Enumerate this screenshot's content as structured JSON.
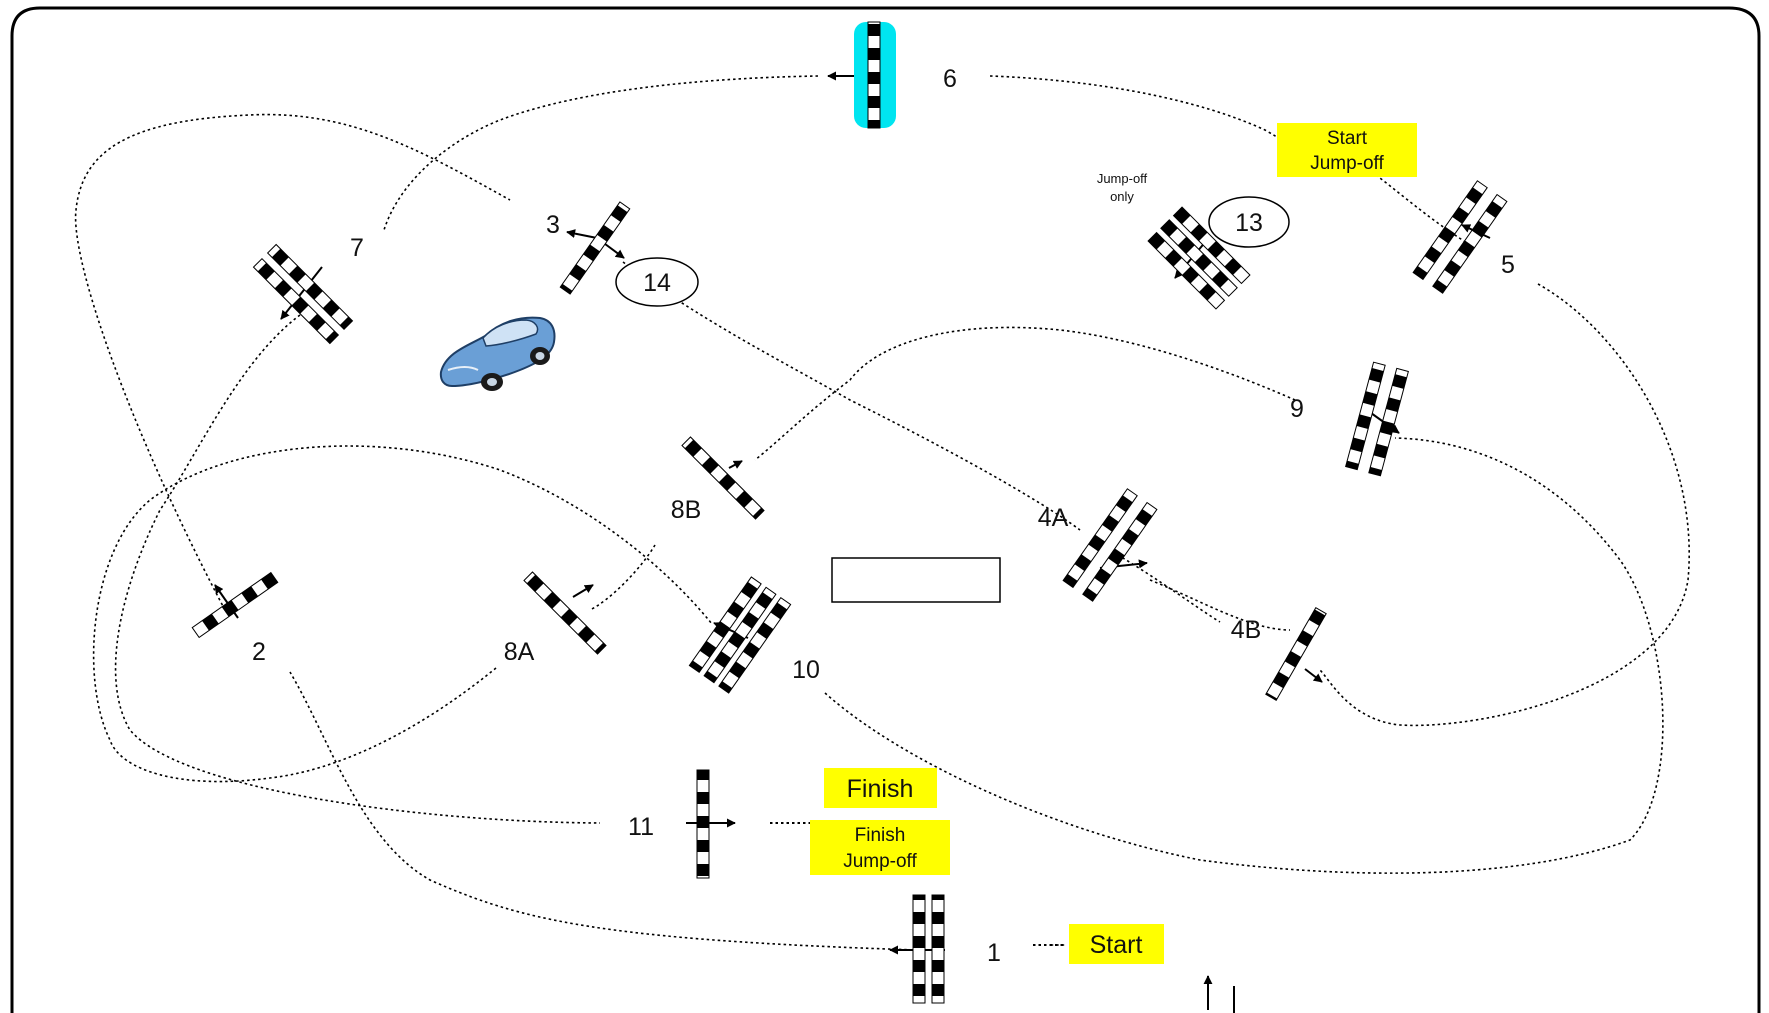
{
  "course": {
    "fence_labels": {
      "f1": "1",
      "f2": "2",
      "f3": "3",
      "f4a": "4A",
      "f4b": "4B",
      "f5": "5",
      "f6": "6",
      "f7": "7",
      "f8a": "8A",
      "f8b": "8B",
      "f9": "9",
      "f10": "10",
      "f11": "11",
      "f13": "13",
      "f14": "14"
    },
    "tags": {
      "start": "Start",
      "finish": "Finish",
      "start_jumpoff_1": "Start",
      "start_jumpoff_2": "Jump-off",
      "finish_jumpoff_1": "Finish",
      "finish_jumpoff_2": "Jump-off"
    },
    "note": {
      "line1": "Jump-off",
      "line2": "only"
    },
    "colors": {
      "tag_fill": "#ffff00",
      "water_fill": "#00e5f0",
      "car_body": "#6a9fd6"
    }
  }
}
